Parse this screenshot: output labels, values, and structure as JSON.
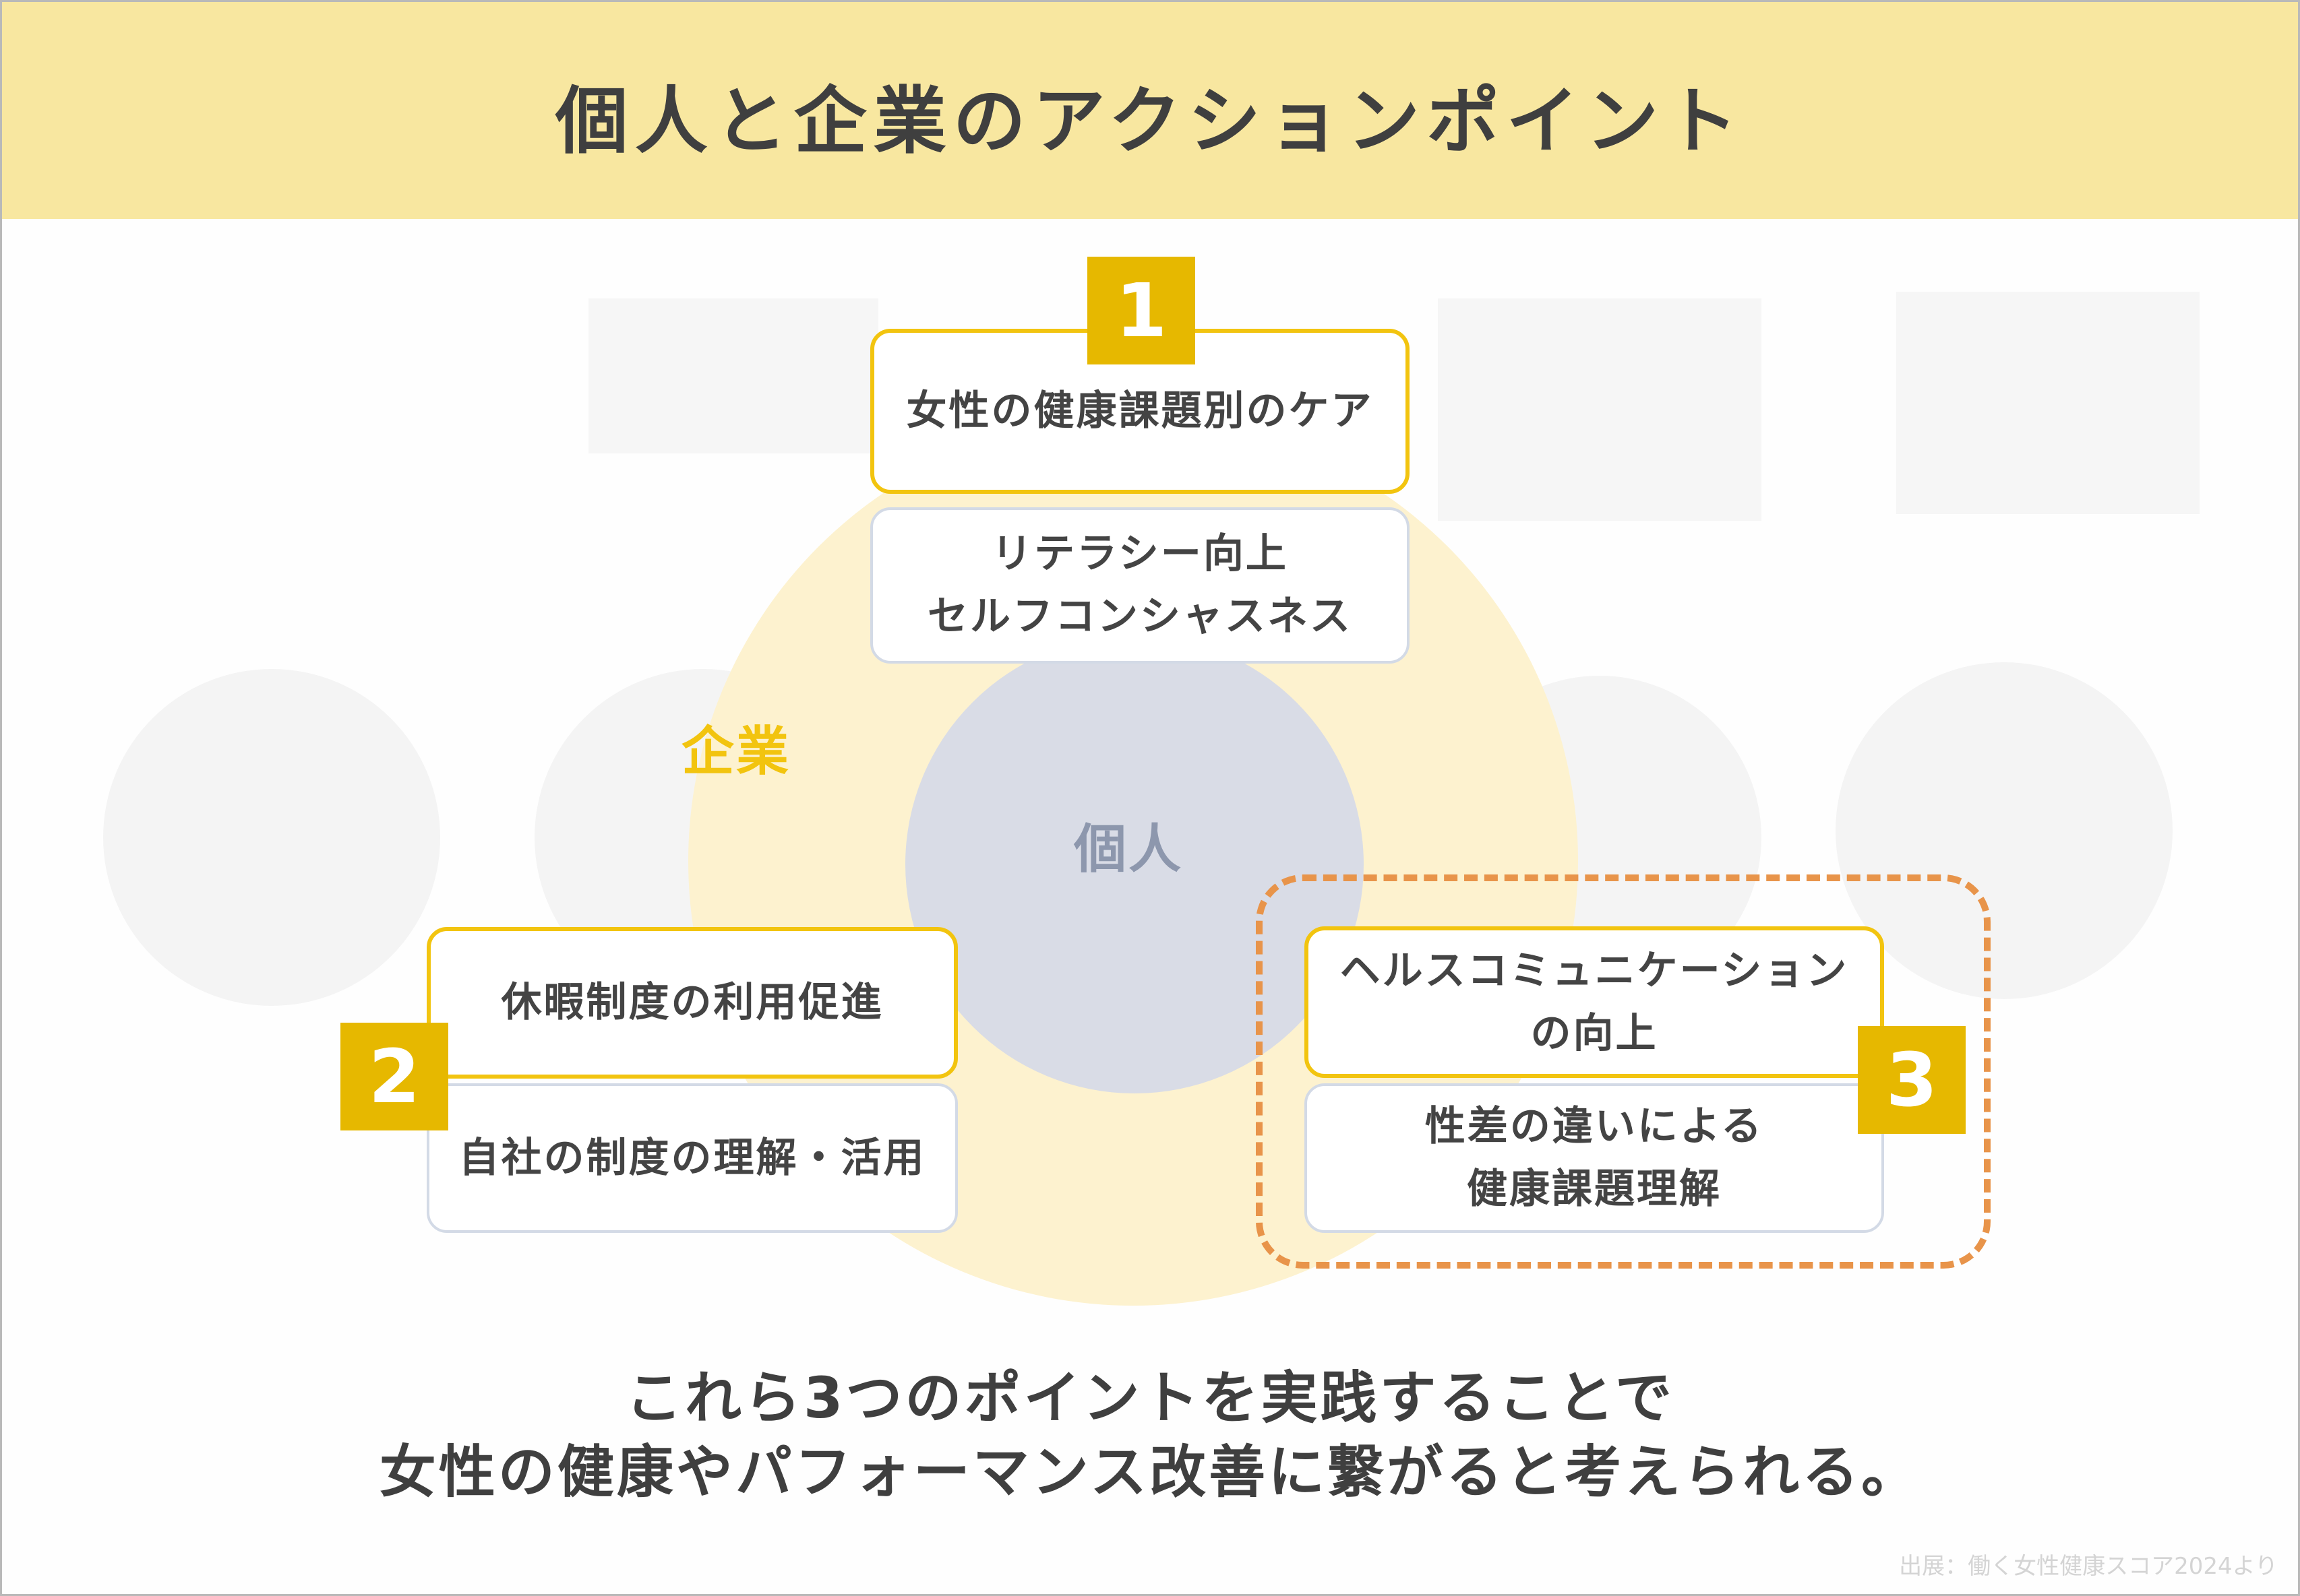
{
  "title": "個人と企業のアクションポイント",
  "diagram": {
    "outer_label": "企業",
    "inner_label": "個人",
    "points": [
      {
        "number": "1",
        "primary": "女性の健康課題別のケア",
        "secondary_lines": [
          "リテラシー向上",
          "セルフコンシャスネス"
        ]
      },
      {
        "number": "2",
        "primary": "休暇制度の利用促進",
        "secondary_lines": [
          "自社の制度の理解・活用"
        ]
      },
      {
        "number": "3",
        "primary_lines": [
          "ヘルスコミュニケーション",
          "の向上"
        ],
        "secondary_lines": [
          "性差の違いによる",
          "健康課題理解"
        ]
      }
    ]
  },
  "conclusion": {
    "line1": "これら3つのポイントを実践することで",
    "line2": "女性の健康やパフォーマンス改善に繋がると考えられる。"
  },
  "source": "出展：働く女性健康スコア2024より",
  "colors": {
    "header_bg": "#f8e7a0",
    "accent_yellow": "#f2c40f",
    "badge": "#e6b800",
    "dashed_orange": "#e8944a",
    "individual_circle": "#d9dce6"
  }
}
